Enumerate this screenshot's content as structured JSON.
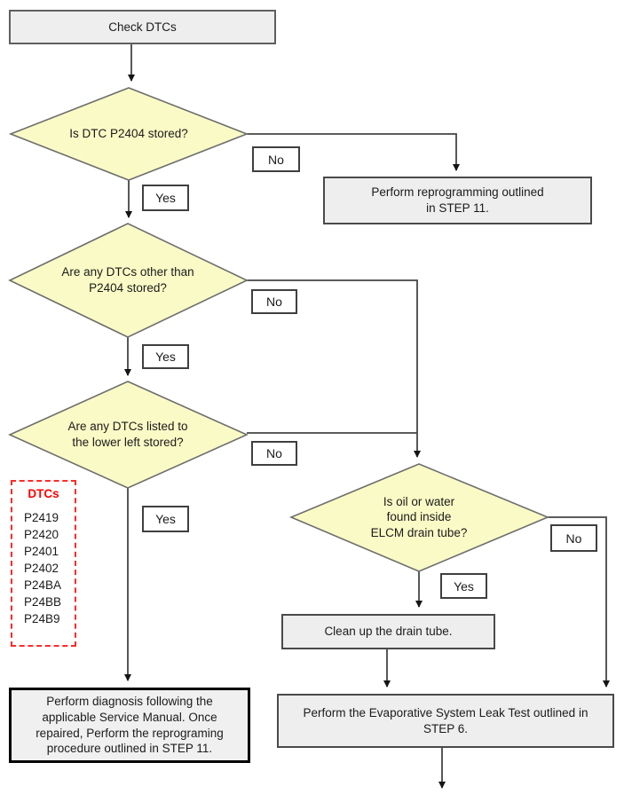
{
  "flow": {
    "start": {
      "label": "Check DTCs"
    },
    "decision_p2404": {
      "label": "Is DTC P2404 stored?"
    },
    "reprogram_step11": {
      "label": "Perform reprogramming outlined\nin STEP 11."
    },
    "decision_other_dtcs": {
      "label": "Are any DTCs other than\nP2404 stored?"
    },
    "decision_listed_dtcs": {
      "label": "Are any DTCs listed to\nthe lower left stored?"
    },
    "decision_oil_water": {
      "label": "Is oil or water\nfound inside\nELCM drain tube?"
    },
    "diagnosis": {
      "label": "Perform diagnosis following the\napplicable Service Manual. Once\nrepaired, Perform the reprograming\nprocedure outlined in STEP 11."
    },
    "clean_tube": {
      "label": "Clean up the drain tube."
    },
    "leak_test": {
      "label": "Perform the Evaporative System Leak Test outlined in\nSTEP 6."
    }
  },
  "branch_labels": {
    "yes": "Yes",
    "no": "No"
  },
  "dtc_list": {
    "title": "DTCs",
    "codes": [
      "P2419",
      "P2420",
      "P2401",
      "P2402",
      "P24BA",
      "P24BB",
      "P24B9"
    ]
  },
  "colors": {
    "decision_fill": "#FAFAC6",
    "decision_border": "#6E6E6E",
    "process_fill": "#EEEEEE",
    "process_border": "#4A4A4A",
    "terminal_border": "#000000",
    "connector": "#454545",
    "dtc_accent": "#FF0000",
    "background": "#FFFFFF"
  }
}
